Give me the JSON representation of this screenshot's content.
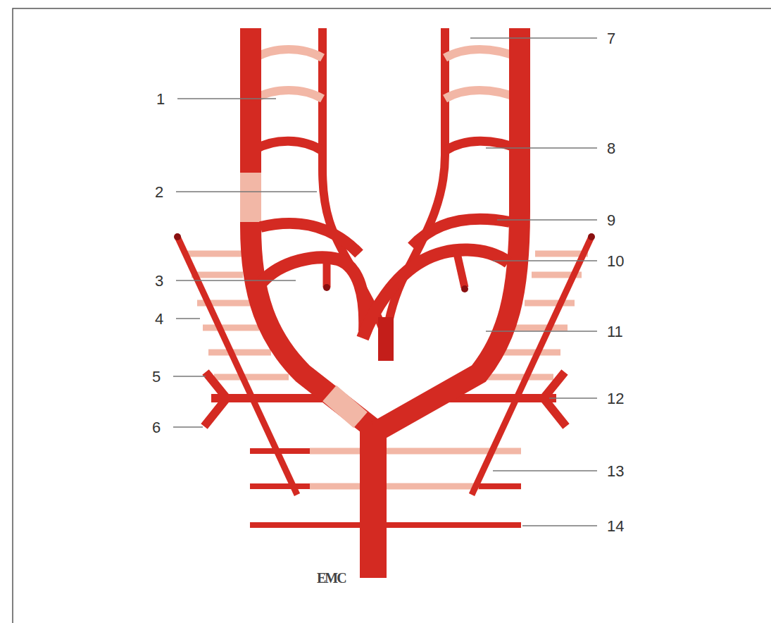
{
  "diagram": {
    "labels": [
      "1",
      "2",
      "3",
      "4",
      "5",
      "6",
      "7",
      "8",
      "9",
      "10",
      "11",
      "12",
      "13",
      "14",
      "EMC"
    ]
  }
}
